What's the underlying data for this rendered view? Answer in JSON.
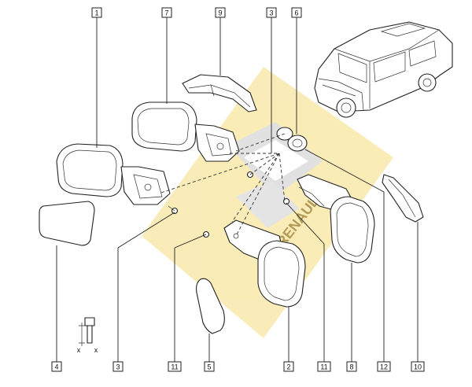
{
  "callouts": {
    "c1": "1",
    "c7": "7",
    "c9": "9",
    "c3top": "3",
    "c6": "6",
    "c4": "4",
    "c3bottom": "3",
    "c11left": "11",
    "c5": "5",
    "c2": "2",
    "c11right": "11",
    "c8": "8",
    "c12": "12",
    "c10": "10"
  },
  "watermark": {
    "brand_text": "RENAULT",
    "colors": {
      "yellow": "#f6e08a",
      "grey": "#d9d9d9"
    }
  },
  "icons": {
    "torque_icon": "x"
  }
}
